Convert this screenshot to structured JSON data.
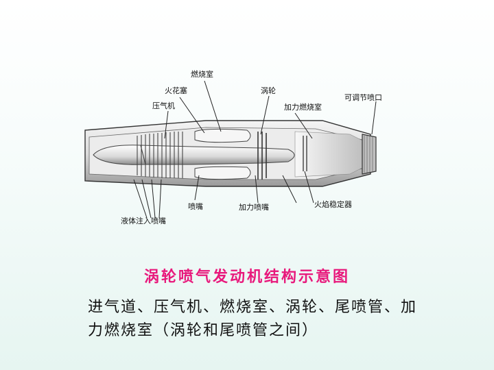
{
  "diagram": {
    "labels": {
      "combustion_chamber": "燃烧室",
      "spark_chamber": "火花塞",
      "compressor": "压气机",
      "turbine": "涡轮",
      "afterburner": "加力燃烧室",
      "adjustable_nozzle": "可调节喷口",
      "nozzle": "喷嘴",
      "afterburner_nozzle": "加力喷嘴",
      "flame_holder": "火焰稳定器",
      "liquid_injection_nozzle": "液体注入喷嘴"
    }
  },
  "caption": "涡轮喷气发动机结构示意图",
  "description": "进气道、压气机、燃烧室、涡轮、尾喷管、加力燃烧室（涡轮和尾喷管之间）"
}
